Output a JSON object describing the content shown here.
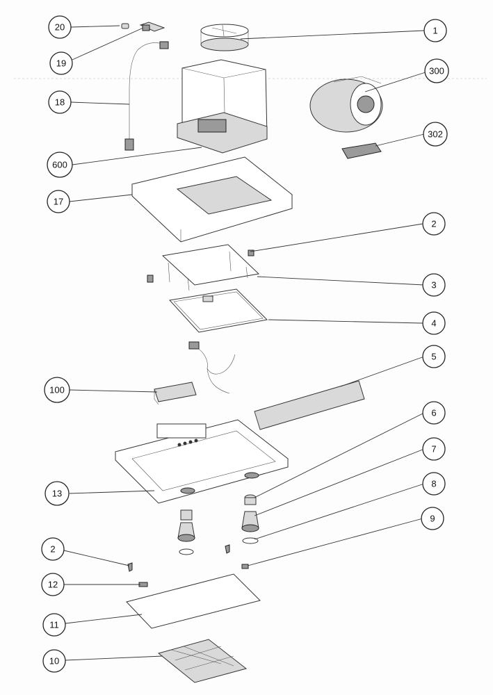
{
  "callouts": [
    {
      "id": "c20",
      "label": "20"
    },
    {
      "id": "c19",
      "label": "19"
    },
    {
      "id": "c18",
      "label": "18"
    },
    {
      "id": "c600",
      "label": "600"
    },
    {
      "id": "c17",
      "label": "17"
    },
    {
      "id": "c1",
      "label": "1"
    },
    {
      "id": "c300",
      "label": "300"
    },
    {
      "id": "c302",
      "label": "302"
    },
    {
      "id": "c2a",
      "label": "2"
    },
    {
      "id": "c3",
      "label": "3"
    },
    {
      "id": "c4",
      "label": "4"
    },
    {
      "id": "c5",
      "label": "5"
    },
    {
      "id": "c100",
      "label": "100"
    },
    {
      "id": "c6",
      "label": "6"
    },
    {
      "id": "c7",
      "label": "7"
    },
    {
      "id": "c8",
      "label": "8"
    },
    {
      "id": "c13",
      "label": "13"
    },
    {
      "id": "c9",
      "label": "9"
    },
    {
      "id": "c2b",
      "label": "2"
    },
    {
      "id": "c12",
      "label": "12"
    },
    {
      "id": "c11",
      "label": "11"
    },
    {
      "id": "c10",
      "label": "10"
    }
  ]
}
